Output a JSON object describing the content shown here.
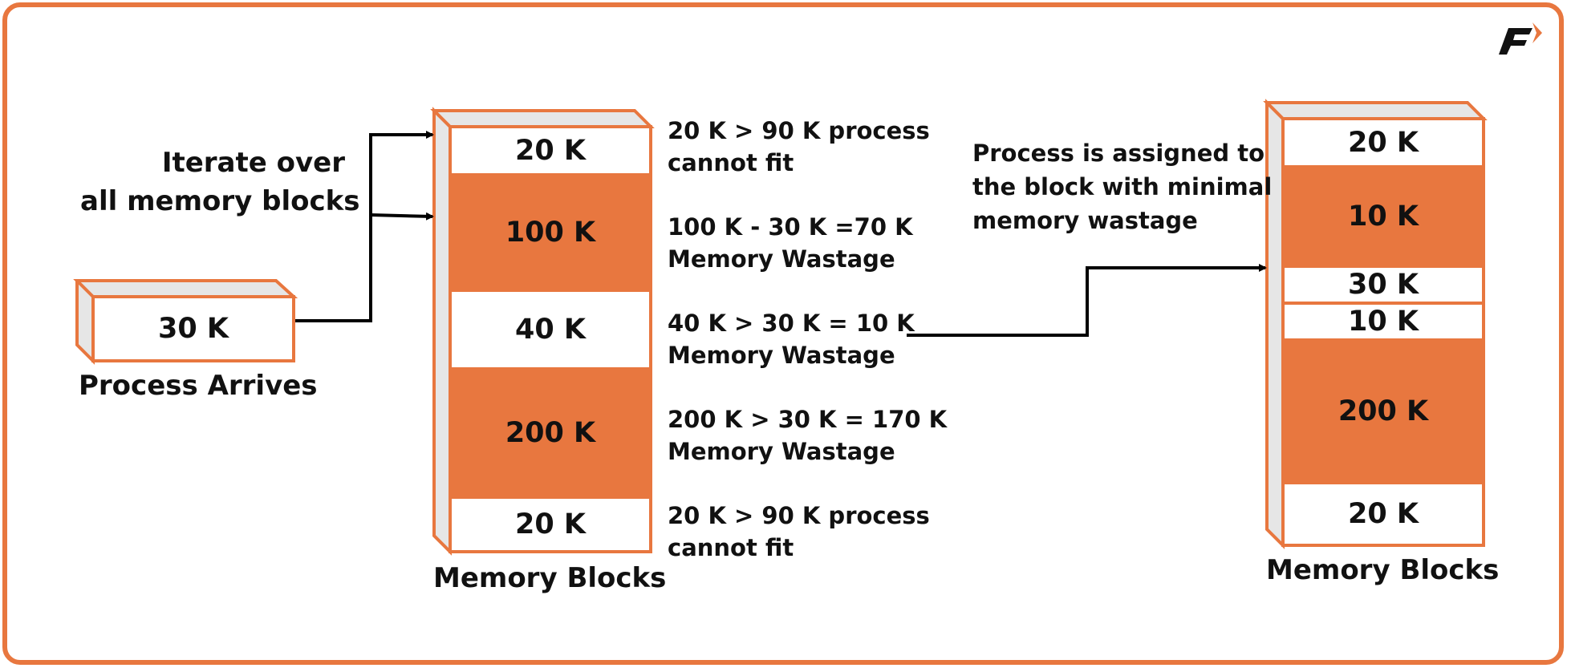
{
  "colors": {
    "accent": "#e8773f",
    "side_face": "#e6e6e6",
    "text": "#111111",
    "arrow": "#000000"
  },
  "logo": {
    "letter": "F",
    "icon": "brand-logo-icon"
  },
  "process": {
    "value": "30 K",
    "caption": "Process Arrives"
  },
  "iterate_text": {
    "line1": "Iterate over",
    "line2": "all memory blocks"
  },
  "left_stack": {
    "caption": "Memory Blocks",
    "blocks": [
      {
        "label": "20 K",
        "filled": false
      },
      {
        "label": "100 K",
        "filled": true
      },
      {
        "label": "40 K",
        "filled": false
      },
      {
        "label": "200 K",
        "filled": true
      },
      {
        "label": "20 K",
        "filled": false
      }
    ]
  },
  "annotations": [
    {
      "line1": "20 K > 90 K process",
      "line2": "cannot fit"
    },
    {
      "line1": "100 K - 30 K =70 K",
      "line2": "Memory Wastage"
    },
    {
      "line1": "40 K > 30 K = 10 K",
      "line2": "Memory Wastage"
    },
    {
      "line1": "200 K > 30 K = 170 K",
      "line2": "Memory Wastage"
    },
    {
      "line1": "20 K > 90 K process",
      "line2": "cannot fit"
    }
  ],
  "assigned_note": {
    "line1": "Process is assigned to",
    "line2": "the block with minimal",
    "line3": "memory wastage"
  },
  "right_stack": {
    "caption": "Memory Blocks",
    "blocks": [
      {
        "label": "20 K",
        "filled": false
      },
      {
        "label": "10 K",
        "filled": true
      },
      {
        "label": "30 K",
        "filled": false
      },
      {
        "label": "10 K",
        "filled": false
      },
      {
        "label": "200 K",
        "filled": true
      },
      {
        "label": "20 K",
        "filled": false
      }
    ]
  }
}
